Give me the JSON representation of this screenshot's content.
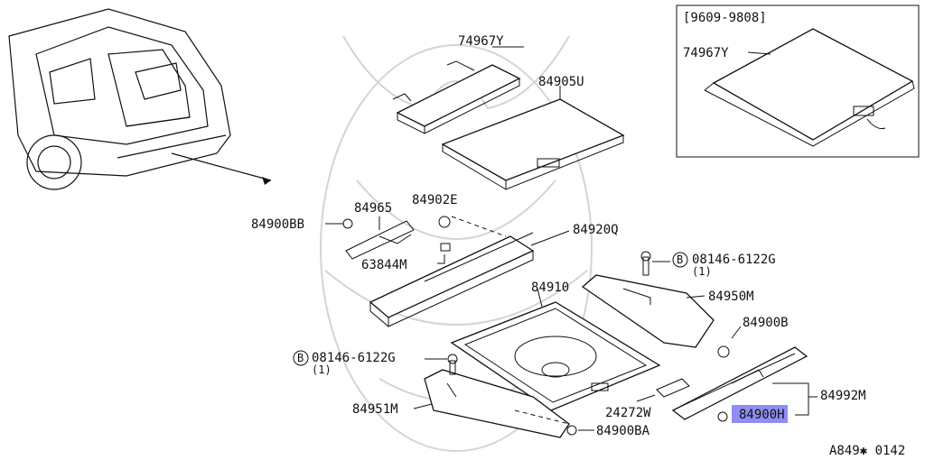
{
  "diagram": {
    "inset_label": "[9609-9808]",
    "footer_code": "A849✱ 0142",
    "parts": {
      "p74967y_main": "74967Y",
      "p84905u": "84905U",
      "p74967y_inset": "74967Y",
      "p84965": "84965",
      "p84902e": "84902E",
      "p84900bb": "84900BB",
      "p84920q": "84920Q",
      "p63844m": "63844M",
      "p08146_top": "08146-6122G",
      "p08146_top_qty": "(1)",
      "p84910": "84910",
      "p84950m": "84950M",
      "p84900b": "84900B",
      "p08146_left": "08146-6122G",
      "p08146_left_qty": "(1)",
      "p84992m": "84992M",
      "p84951m": "84951M",
      "p24272w": "24272W",
      "p84900h": "84900H",
      "p84900ba": "84900BA"
    },
    "bolt_symbol": "B",
    "highlight_color": "#8f8ef0"
  }
}
